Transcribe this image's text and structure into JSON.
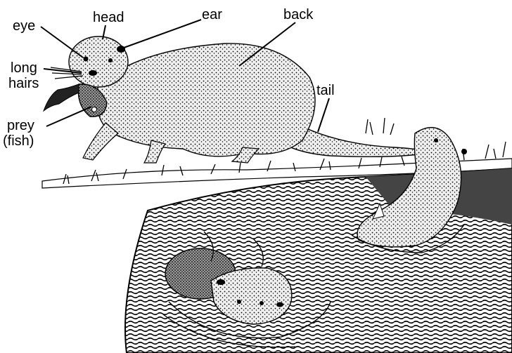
{
  "labels": {
    "eye": "eye",
    "head": "head",
    "ear": "ear",
    "back": "back",
    "long_hairs_line1": "long",
    "long_hairs_line2": "hairs",
    "tail": "tail",
    "prey_line1": "prey",
    "prey_line2": "(fish)"
  },
  "colors": {
    "ink": "#000000",
    "otter_fill": "#c9c9c9",
    "water": "#3a3a3a",
    "background": "#ffffff"
  }
}
